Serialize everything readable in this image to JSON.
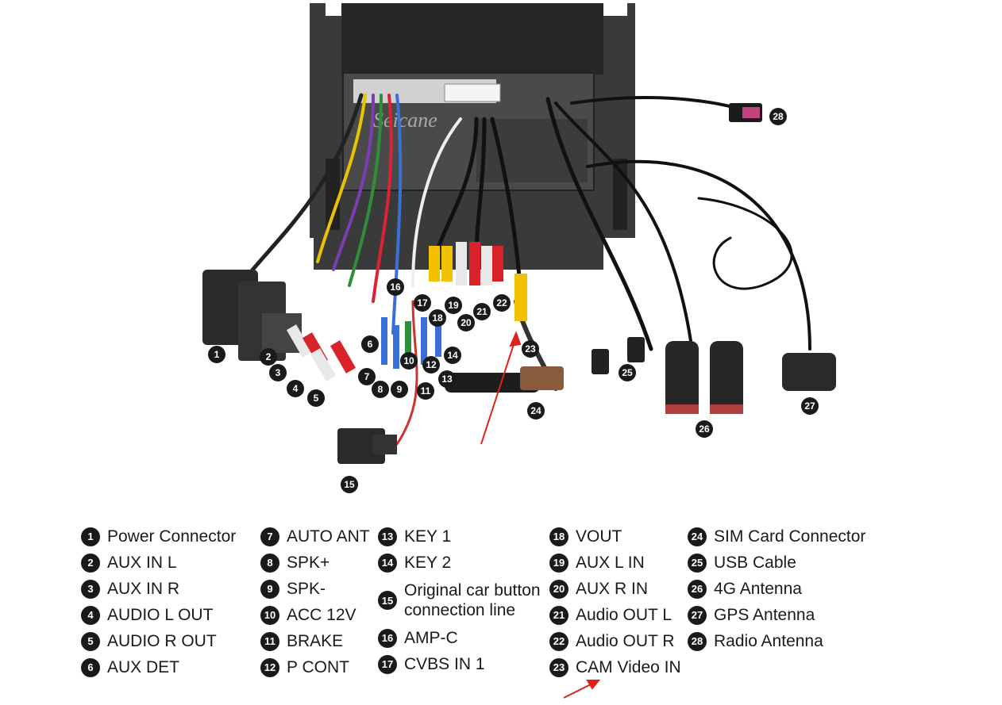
{
  "legend": {
    "col1": [
      {
        "num": "1",
        "label": "Power Connector"
      },
      {
        "num": "2",
        "label": "AUX IN L"
      },
      {
        "num": "3",
        "label": "AUX IN R"
      },
      {
        "num": "4",
        "label": "AUDIO L OUT"
      },
      {
        "num": "5",
        "label": "AUDIO R OUT"
      },
      {
        "num": "6",
        "label": "AUX DET"
      }
    ],
    "col2": [
      {
        "num": "7",
        "label": "AUTO ANT"
      },
      {
        "num": "8",
        "label": "SPK+"
      },
      {
        "num": "9",
        "label": "SPK-"
      },
      {
        "num": "10",
        "label": "ACC 12V"
      },
      {
        "num": "11",
        "label": "BRAKE"
      },
      {
        "num": "12",
        "label": "P CONT"
      }
    ],
    "col3": [
      {
        "num": "13",
        "label": "KEY 1"
      },
      {
        "num": "14",
        "label": "KEY 2"
      },
      {
        "num": "15",
        "label": "Original car button connection line"
      },
      {
        "num": "16",
        "label": "AMP-C"
      },
      {
        "num": "17",
        "label": "CVBS IN 1"
      }
    ],
    "col4": [
      {
        "num": "18",
        "label": "VOUT"
      },
      {
        "num": "19",
        "label": "AUX L IN"
      },
      {
        "num": "20",
        "label": "AUX R IN"
      },
      {
        "num": "21",
        "label": "Audio OUT L"
      },
      {
        "num": "22",
        "label": "Audio OUT R"
      },
      {
        "num": "23",
        "label": "CAM Video IN"
      }
    ],
    "col5": [
      {
        "num": "24",
        "label": "SIM Card Connector"
      },
      {
        "num": "25",
        "label": "USB  Cable"
      },
      {
        "num": "26",
        "label": "4G Antenna"
      },
      {
        "num": "27",
        "label": "GPS Antenna"
      },
      {
        "num": "28",
        "label": "Radio Antenna"
      }
    ]
  },
  "watermark": "Seicane",
  "colors": {
    "unit_body": "#2b2b2b",
    "callout": "#1a1a1a",
    "arrow": "#e0201a",
    "rca_red": "#d8232a",
    "rca_white": "#e8e8e8",
    "rca_yellow": "#f2c200"
  }
}
